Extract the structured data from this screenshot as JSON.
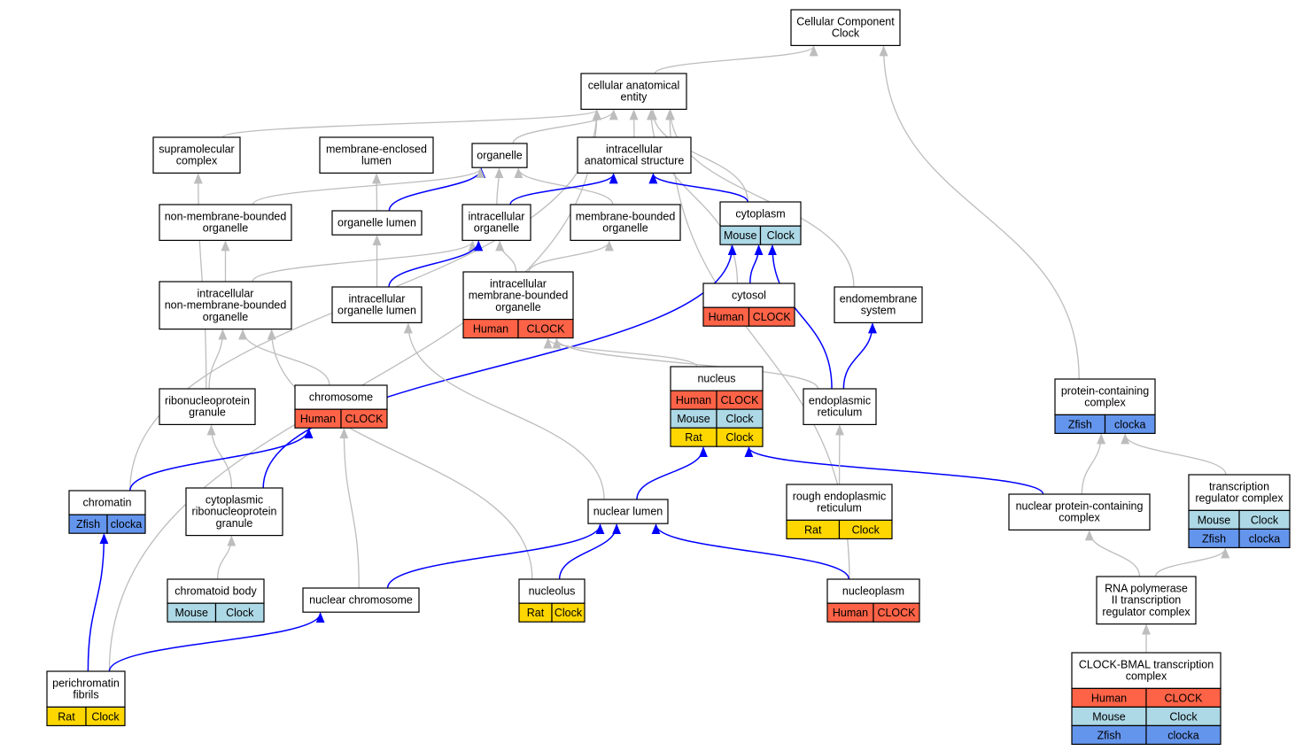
{
  "colors": {
    "Human": "#ff6347",
    "Mouse": "#add8e6",
    "Rat": "#ffd700",
    "Zfish": "#6495ed",
    "is_a": "#bdbdbd",
    "part_of": "#0000ff"
  },
  "nodes": [
    {
      "id": "cc_clock",
      "label": [
        "Cellular Component",
        "Clock"
      ],
      "genes": []
    },
    {
      "id": "cae",
      "label": [
        "cellular anatomical",
        "entity"
      ],
      "genes": []
    },
    {
      "id": "supra",
      "label": [
        "supramolecular",
        "complex"
      ],
      "genes": []
    },
    {
      "id": "mel",
      "label": [
        "membrane-enclosed",
        "lumen"
      ],
      "genes": []
    },
    {
      "id": "organelle",
      "label": [
        "organelle"
      ],
      "genes": []
    },
    {
      "id": "ias",
      "label": [
        "intracellular",
        "anatomical structure"
      ],
      "genes": []
    },
    {
      "id": "cytoplasm",
      "label": [
        "cytoplasm"
      ],
      "genes": [
        {
          "species": "Mouse",
          "gene": "Clock"
        }
      ]
    },
    {
      "id": "nmbo",
      "label": [
        "non-membrane-bounded",
        "organelle"
      ],
      "genes": []
    },
    {
      "id": "olumen",
      "label": [
        "organelle lumen"
      ],
      "genes": []
    },
    {
      "id": "iorg",
      "label": [
        "intracellular",
        "organelle"
      ],
      "genes": []
    },
    {
      "id": "mbo",
      "label": [
        "membrane-bounded",
        "organelle"
      ],
      "genes": []
    },
    {
      "id": "inmbo",
      "label": [
        "intracellular",
        "non-membrane-bounded",
        "organelle"
      ],
      "genes": []
    },
    {
      "id": "iol",
      "label": [
        "intracellular",
        "organelle lumen"
      ],
      "genes": []
    },
    {
      "id": "imbo",
      "label": [
        "intracellular",
        "membrane-bounded",
        "organelle"
      ],
      "genes": [
        {
          "species": "Human",
          "gene": "CLOCK"
        }
      ]
    },
    {
      "id": "cytosol",
      "label": [
        "cytosol"
      ],
      "genes": [
        {
          "species": "Human",
          "gene": "CLOCK"
        }
      ]
    },
    {
      "id": "endo",
      "label": [
        "endomembrane",
        "system"
      ],
      "genes": []
    },
    {
      "id": "rnpg",
      "label": [
        "ribonucleoprotein",
        "granule"
      ],
      "genes": []
    },
    {
      "id": "chromosome",
      "label": [
        "chromosome"
      ],
      "genes": [
        {
          "species": "Human",
          "gene": "CLOCK"
        }
      ]
    },
    {
      "id": "nucleus",
      "label": [
        "nucleus"
      ],
      "genes": [
        {
          "species": "Human",
          "gene": "CLOCK"
        },
        {
          "species": "Mouse",
          "gene": "Clock"
        },
        {
          "species": "Rat",
          "gene": "Clock"
        }
      ]
    },
    {
      "id": "er",
      "label": [
        "endoplasmic",
        "reticulum"
      ],
      "genes": []
    },
    {
      "id": "pcc",
      "label": [
        "protein-containing",
        "complex"
      ],
      "genes": [
        {
          "species": "Zfish",
          "gene": "clocka"
        }
      ]
    },
    {
      "id": "chromatin",
      "label": [
        "chromatin"
      ],
      "genes": [
        {
          "species": "Zfish",
          "gene": "clocka"
        }
      ]
    },
    {
      "id": "crnpg",
      "label": [
        "cytoplasmic",
        "ribonucleoprotein",
        "granule"
      ],
      "genes": []
    },
    {
      "id": "nlumen",
      "label": [
        "nuclear lumen"
      ],
      "genes": []
    },
    {
      "id": "rer",
      "label": [
        "rough endoplasmic",
        "reticulum"
      ],
      "genes": [
        {
          "species": "Rat",
          "gene": "Clock"
        }
      ]
    },
    {
      "id": "npcc",
      "label": [
        "nuclear protein-containing",
        "complex"
      ],
      "genes": []
    },
    {
      "id": "trc",
      "label": [
        "transcription",
        "regulator complex"
      ],
      "genes": [
        {
          "species": "Mouse",
          "gene": "Clock"
        },
        {
          "species": "Zfish",
          "gene": "clocka"
        }
      ]
    },
    {
      "id": "cbody",
      "label": [
        "chromatoid body"
      ],
      "genes": [
        {
          "species": "Mouse",
          "gene": "Clock"
        }
      ]
    },
    {
      "id": "nchrom",
      "label": [
        "nuclear chromosome"
      ],
      "genes": []
    },
    {
      "id": "nucleolus",
      "label": [
        "nucleolus"
      ],
      "genes": [
        {
          "species": "Rat",
          "gene": "Clock"
        }
      ]
    },
    {
      "id": "nucleoplasm",
      "label": [
        "nucleoplasm"
      ],
      "genes": [
        {
          "species": "Human",
          "gene": "CLOCK"
        }
      ]
    },
    {
      "id": "rnap",
      "label": [
        "RNA polymerase",
        "II transcription",
        "regulator complex"
      ],
      "genes": []
    },
    {
      "id": "pf",
      "label": [
        "perichromatin",
        "fibrils"
      ],
      "genes": [
        {
          "species": "Rat",
          "gene": "Clock"
        }
      ]
    },
    {
      "id": "cbmal",
      "label": [
        "CLOCK-BMAL transcription",
        "complex"
      ],
      "genes": [
        {
          "species": "Human",
          "gene": "CLOCK"
        },
        {
          "species": "Mouse",
          "gene": "Clock"
        },
        {
          "species": "Zfish",
          "gene": "clocka"
        }
      ]
    }
  ],
  "edges": [
    {
      "from": "cae",
      "to": "cc_clock",
      "type": "is_a"
    },
    {
      "from": "pcc",
      "to": "cc_clock",
      "type": "is_a"
    },
    {
      "from": "supra",
      "to": "cae",
      "type": "is_a"
    },
    {
      "from": "organelle",
      "to": "cae",
      "type": "is_a"
    },
    {
      "from": "ias",
      "to": "cae",
      "type": "is_a"
    },
    {
      "from": "cytoplasm",
      "to": "cae",
      "type": "is_a"
    },
    {
      "from": "cytosol",
      "to": "cae",
      "type": "is_a"
    },
    {
      "from": "endo",
      "to": "cae",
      "type": "is_a"
    },
    {
      "from": "chromatin",
      "to": "cae",
      "type": "is_a"
    },
    {
      "from": "pf",
      "to": "cae",
      "type": "is_a"
    },
    {
      "from": "nucleoplasm",
      "to": "cae",
      "type": "is_a"
    },
    {
      "from": "olumen",
      "to": "mel",
      "type": "is_a"
    },
    {
      "from": "olumen",
      "to": "organelle",
      "type": "part_of"
    },
    {
      "from": "nmbo",
      "to": "organelle",
      "type": "is_a"
    },
    {
      "from": "iorg",
      "to": "organelle",
      "type": "is_a"
    },
    {
      "from": "mbo",
      "to": "organelle",
      "type": "is_a"
    },
    {
      "from": "iorg",
      "to": "ias",
      "type": "part_of"
    },
    {
      "from": "cytoplasm",
      "to": "ias",
      "type": "part_of"
    },
    {
      "from": "inmbo",
      "to": "nmbo",
      "type": "is_a"
    },
    {
      "from": "inmbo",
      "to": "iorg",
      "type": "is_a"
    },
    {
      "from": "iol",
      "to": "olumen",
      "type": "is_a"
    },
    {
      "from": "iol",
      "to": "iorg",
      "type": "part_of"
    },
    {
      "from": "imbo",
      "to": "iorg",
      "type": "is_a"
    },
    {
      "from": "imbo",
      "to": "mbo",
      "type": "is_a"
    },
    {
      "from": "cytosol",
      "to": "cytoplasm",
      "type": "part_of"
    },
    {
      "from": "er",
      "to": "cytoplasm",
      "type": "part_of"
    },
    {
      "from": "crnpg",
      "to": "cytoplasm",
      "type": "part_of"
    },
    {
      "from": "er",
      "to": "endo",
      "type": "part_of"
    },
    {
      "from": "rnpg",
      "to": "inmbo",
      "type": "is_a"
    },
    {
      "from": "rnpg",
      "to": "supra",
      "type": "is_a"
    },
    {
      "from": "chromosome",
      "to": "inmbo",
      "type": "is_a"
    },
    {
      "from": "nucleolus",
      "to": "inmbo",
      "type": "is_a"
    },
    {
      "from": "nlumen",
      "to": "iol",
      "type": "is_a"
    },
    {
      "from": "nucleus",
      "to": "imbo",
      "type": "is_a"
    },
    {
      "from": "er",
      "to": "imbo",
      "type": "is_a"
    },
    {
      "from": "crnpg",
      "to": "rnpg",
      "type": "is_a"
    },
    {
      "from": "chromatin",
      "to": "chromosome",
      "type": "part_of"
    },
    {
      "from": "nchrom",
      "to": "chromosome",
      "type": "is_a"
    },
    {
      "from": "nlumen",
      "to": "nucleus",
      "type": "part_of"
    },
    {
      "from": "npcc",
      "to": "nucleus",
      "type": "part_of"
    },
    {
      "from": "rer",
      "to": "er",
      "type": "is_a"
    },
    {
      "from": "npcc",
      "to": "pcc",
      "type": "is_a"
    },
    {
      "from": "trc",
      "to": "pcc",
      "type": "is_a"
    },
    {
      "from": "cbody",
      "to": "crnpg",
      "type": "is_a"
    },
    {
      "from": "nchrom",
      "to": "nlumen",
      "type": "part_of"
    },
    {
      "from": "nucleolus",
      "to": "nlumen",
      "type": "part_of"
    },
    {
      "from": "nucleoplasm",
      "to": "nlumen",
      "type": "part_of"
    },
    {
      "from": "rnap",
      "to": "npcc",
      "type": "is_a"
    },
    {
      "from": "rnap",
      "to": "trc",
      "type": "is_a"
    },
    {
      "from": "pf",
      "to": "chromatin",
      "type": "part_of"
    },
    {
      "from": "pf",
      "to": "nchrom",
      "type": "part_of"
    },
    {
      "from": "cbmal",
      "to": "rnap",
      "type": "is_a"
    }
  ]
}
